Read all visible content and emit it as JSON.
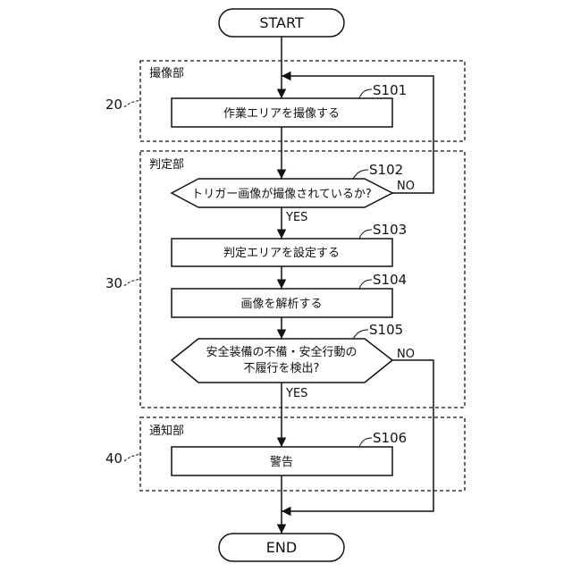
{
  "terminals": {
    "start": "START",
    "end": "END"
  },
  "groups": {
    "imaging": {
      "label": "撮像部",
      "ref": "20"
    },
    "judgment": {
      "label": "判定部",
      "ref": "30"
    },
    "notify": {
      "label": "通知部",
      "ref": "40"
    }
  },
  "steps": {
    "s101": {
      "id": "S101",
      "text": "作業エリアを撮像する"
    },
    "s102": {
      "id": "S102",
      "text": "トリガー画像が撮像されているか?",
      "yes": "YES",
      "no": "NO"
    },
    "s103": {
      "id": "S103",
      "text": "判定エリアを設定する"
    },
    "s104": {
      "id": "S104",
      "text": "画像を解析する"
    },
    "s105": {
      "id": "S105",
      "line1": "安全装備の不備・安全行動の",
      "line2": "不履行を検出?",
      "yes": "YES",
      "no": "NO"
    },
    "s106": {
      "id": "S106",
      "text": "警告"
    }
  },
  "colors": {
    "line": "#111111",
    "background": "#ffffff"
  }
}
